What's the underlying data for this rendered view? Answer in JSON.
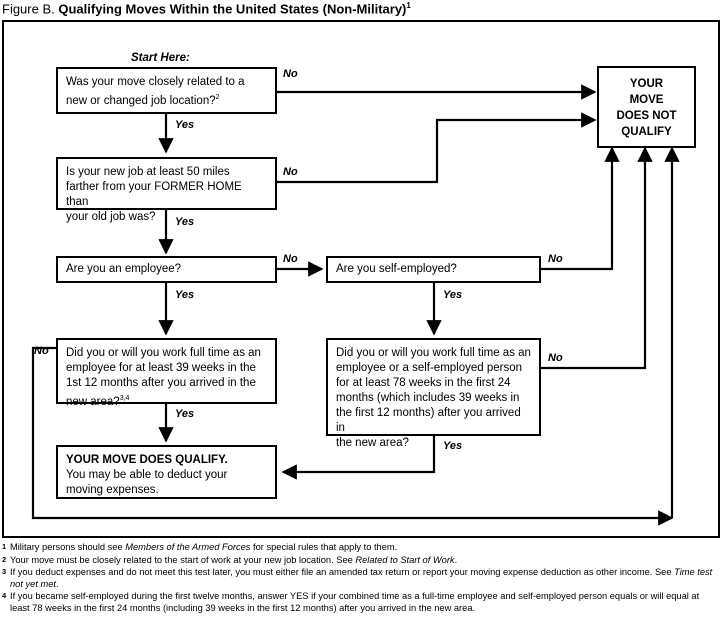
{
  "figure": {
    "lead": "Figure B.",
    "title": "Qualifying Moves Within the United States (Non-Military)",
    "title_superscript": "1"
  },
  "start_label": "Start Here:",
  "nodes": {
    "q1": {
      "line1": "Was your move closely related to a",
      "line2": "new or changed job location?",
      "sup": "2"
    },
    "q2": {
      "line1": "Is your new job at least 50 miles",
      "line2": "farther from your FORMER HOME than",
      "line3": "your old job was?"
    },
    "q3": {
      "line1": "Are you an employee?"
    },
    "q4": {
      "line1": "Are you self-employed?"
    },
    "q5": {
      "line1": "Did you or will you work full time as an",
      "line2": "employee for at least 39 weeks in the",
      "line3": "1st 12 months after you arrived in the",
      "line4": "new area?",
      "sup": "3,4"
    },
    "q6": {
      "line1": "Did you or will you work full time as an",
      "line2": "employee or a self-employed person",
      "line3": "for at least 78 weeks in the first 24",
      "line4": "months (which includes 39 weeks in",
      "line5": "the first 12 months) after you arrived in",
      "line6": "the new area?"
    },
    "not_qualify": {
      "line1": "YOUR",
      "line2": "MOVE",
      "line3": "DOES NOT",
      "line4": "QUALIFY"
    },
    "qualify": {
      "line1": "YOUR MOVE DOES QUALIFY.",
      "line2": "You may be able to deduct your",
      "line3": "moving expenses."
    }
  },
  "edge_labels": {
    "q1_no": "No",
    "q1_yes": "Yes",
    "q2_no": "No",
    "q2_yes": "Yes",
    "q3_no": "No",
    "q3_yes": "Yes",
    "q4_no": "No",
    "q4_yes": "Yes",
    "q5_no": "No",
    "q5_yes": "Yes",
    "q6_no": "No",
    "q6_yes": "Yes"
  },
  "footnotes": [
    {
      "marker": "1",
      "parts": [
        {
          "t": "Military persons should see ",
          "i": false
        },
        {
          "t": "Members of the Armed Forces",
          "i": true
        },
        {
          "t": " for special rules that apply to them.",
          "i": false
        }
      ]
    },
    {
      "marker": "2",
      "parts": [
        {
          "t": "Your move must be closely related to the start of work at your new job location. See ",
          "i": false
        },
        {
          "t": "Related to Start of Work",
          "i": true
        },
        {
          "t": ".",
          "i": false
        }
      ]
    },
    {
      "marker": "3",
      "parts": [
        {
          "t": "If you deduct expenses and do not meet this test later, you must either file an amended tax return or report your moving expense deduction as other income. See ",
          "i": false
        },
        {
          "t": "Time test not yet met",
          "i": true
        },
        {
          "t": ".",
          "i": false
        }
      ]
    },
    {
      "marker": "4",
      "parts": [
        {
          "t": "If you became self-employed during the first twelve months, answer YES if your combined time as a full-time employee and self-employed person equals or will equal at least 78 weeks in the first 24 months (including 39 weeks in the first 12 months) after you arrived in the new area.",
          "i": false
        }
      ]
    }
  ],
  "colors": {
    "ink": "#000000",
    "paper": "#ffffff"
  }
}
